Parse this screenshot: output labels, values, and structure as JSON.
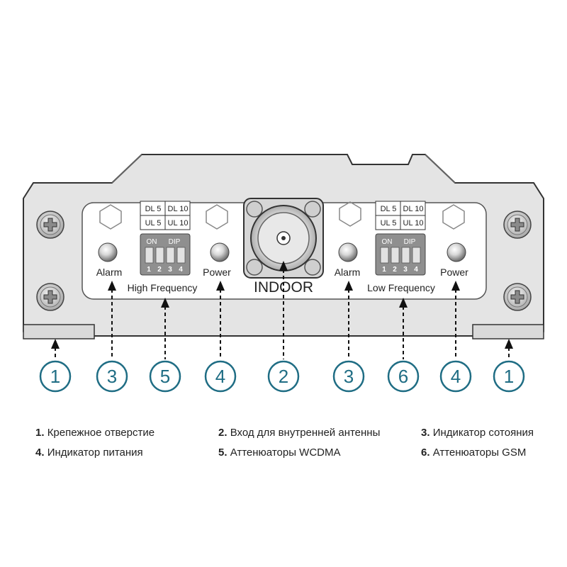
{
  "panel": {
    "indoor_label": "INDOOR",
    "groups": [
      {
        "alarm_label": "Alarm",
        "power_label": "Power",
        "band_label": "High Frequency",
        "dip_table": [
          [
            "DL 5",
            "DL 10"
          ],
          [
            "UL 5",
            "UL 10"
          ]
        ],
        "dip_header": [
          "ON",
          "DIP"
        ],
        "dip_numbers": [
          "1",
          "2",
          "3",
          "4"
        ]
      },
      {
        "alarm_label": "Alarm",
        "power_label": "Power",
        "band_label": "Low Frequency",
        "dip_table": [
          [
            "DL 5",
            "DL 10"
          ],
          [
            "UL 5",
            "UL 10"
          ]
        ],
        "dip_header": [
          "ON",
          "DIP"
        ],
        "dip_numbers": [
          "1",
          "2",
          "3",
          "4"
        ]
      }
    ]
  },
  "callouts": [
    "1",
    "3",
    "5",
    "4",
    "2",
    "3",
    "6",
    "4",
    "1"
  ],
  "legend": [
    {
      "num": "1.",
      "text": "Крепежное отверстие"
    },
    {
      "num": "2.",
      "text": "Вход для внутренней антенны"
    },
    {
      "num": "3.",
      "text": "Индикатор сотояния"
    },
    {
      "num": "4.",
      "text": "Индикатор питания"
    },
    {
      "num": "5.",
      "text": "Аттенюаторы WCDMA"
    },
    {
      "num": "6.",
      "text": "Аттенюаторы GSM"
    }
  ],
  "colors": {
    "callout": "#1f6d84",
    "panel_outline": "#333333",
    "panel_fill": "#e4e4e4",
    "inner_fill": "#ffffff"
  }
}
